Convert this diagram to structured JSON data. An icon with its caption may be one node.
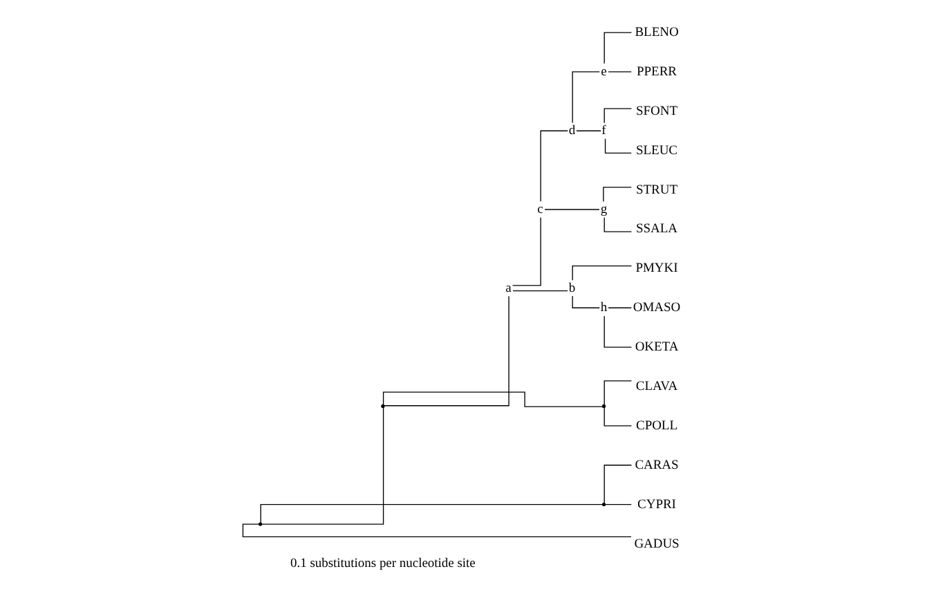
{
  "diagram": {
    "nodes": [
      {
        "text": [],
        "shape": "point"
      },
      {
        "text": [],
        "shape": "point"
      },
      {
        "text": [
          "a"
        ]
      },
      {
        "text": [
          "c"
        ]
      },
      {
        "text": [
          "d"
        ]
      },
      {
        "text": [
          "e"
        ]
      },
      {
        "text": [
          "BLENO"
        ]
      },
      {
        "text": [
          "PPERR"
        ]
      },
      {
        "text": [
          "f"
        ]
      },
      {
        "text": [
          "SFONT"
        ]
      },
      {
        "text": [
          "SLEUC"
        ]
      },
      {
        "text": [
          "g"
        ]
      },
      {
        "text": [
          "STRUT"
        ]
      },
      {
        "text": [
          "SSALA"
        ]
      },
      {
        "text": [
          "b"
        ]
      },
      {
        "text": [
          "PMYKI"
        ]
      },
      {
        "text": [
          "h"
        ]
      },
      {
        "text": [
          "OMASO"
        ]
      },
      {
        "text": [
          "OKETA"
        ]
      },
      {
        "text": [],
        "shape": "point"
      },
      {
        "text": [
          "CLAVA"
        ]
      },
      {
        "text": [
          "CPOLL"
        ]
      },
      {
        "text": [],
        "shape": "point"
      },
      {
        "text": [
          "CARAS"
        ]
      },
      {
        "text": [
          "CYPRI"
        ]
      },
      {
        "text": [
          "GADUS"
        ]
      }
    ],
    "edges": [
      {
        "from": 0,
        "to": 1,
        "arrow": "none"
      },
      {
        "from": 1,
        "to": 2,
        "arrow": "none"
      },
      {
        "from": 2,
        "to": 3,
        "arrow": "none"
      },
      {
        "from": 3,
        "to": 4,
        "arrow": "none"
      },
      {
        "from": 4,
        "to": 5,
        "arrow": "none"
      },
      {
        "from": 5,
        "to": 6,
        "arrow": "none"
      },
      {
        "from": 5,
        "to": 7,
        "arrow": "none"
      },
      {
        "from": 4,
        "to": 8,
        "arrow": "none"
      },
      {
        "from": 8,
        "to": 9,
        "arrow": "none"
      },
      {
        "from": 8,
        "to": 10,
        "arrow": "none"
      },
      {
        "from": 3,
        "to": 11,
        "arrow": "none"
      },
      {
        "from": 11,
        "to": 12,
        "arrow": "none"
      },
      {
        "from": 11,
        "to": 13,
        "arrow": "none"
      },
      {
        "from": 2,
        "to": 14,
        "arrow": "none"
      },
      {
        "from": 14,
        "to": 15,
        "arrow": "none"
      },
      {
        "from": 14,
        "to": 16,
        "arrow": "none"
      },
      {
        "from": 16,
        "to": 17,
        "arrow": "none"
      },
      {
        "from": 16,
        "to": 18,
        "arrow": "none"
      },
      {
        "from": 1,
        "to": 19,
        "arrow": "none"
      },
      {
        "from": 19,
        "to": 20,
        "arrow": "none"
      },
      {
        "from": 19,
        "to": 21,
        "arrow": "none"
      },
      {
        "from": 0,
        "to": 22,
        "arrow": "none"
      },
      {
        "from": 22,
        "to": 23,
        "arrow": "none"
      },
      {
        "from": 22,
        "to": 24,
        "arrow": "none"
      },
      {
        "from": 0,
        "to": 25,
        "arrow": "none"
      }
    ],
    "labels": [
      "0.1 substitutions per nucleotide site"
    ]
  }
}
